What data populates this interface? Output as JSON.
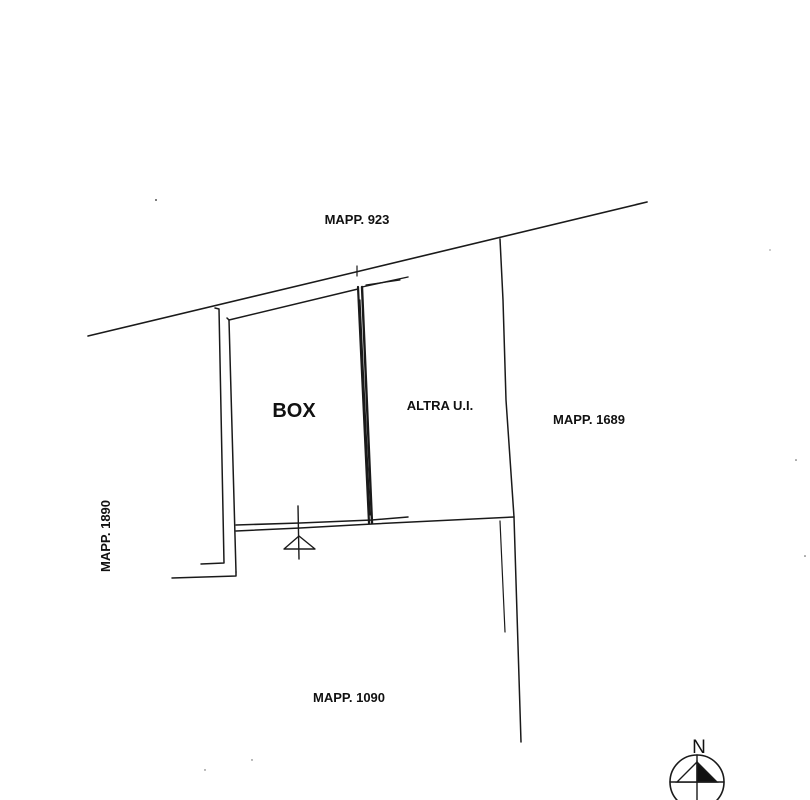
{
  "labels": {
    "mapp_north": "MAPP. 923",
    "box": "BOX",
    "other_unit": "ALTRA U.I.",
    "mapp_east": "MAPP. 1689",
    "mapp_west": "MAPP. 1890",
    "mapp_south": "MAPP. 1090"
  },
  "compass": {
    "north_label": "N"
  },
  "colors": {
    "ink": "#1a1a1a",
    "background": "#ffffff"
  }
}
